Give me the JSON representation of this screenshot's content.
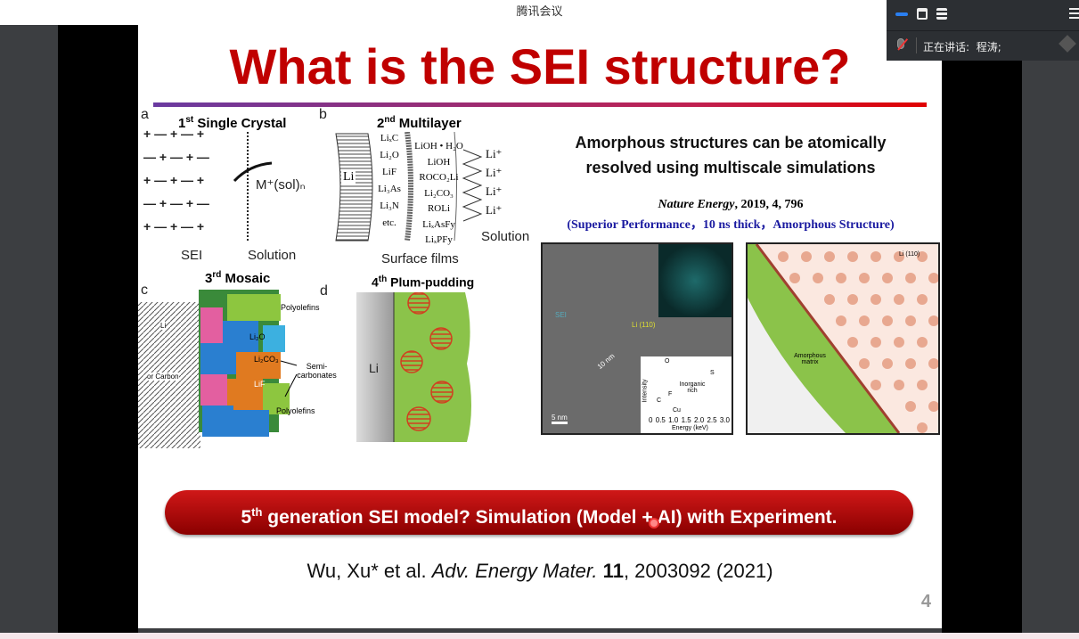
{
  "window": {
    "title": "腾讯会议"
  },
  "overlay": {
    "speaking_label": "正在讲话:",
    "speaker": "程涛;"
  },
  "slide": {
    "title": "What is the SEI structure?",
    "panels": {
      "a": {
        "letter": "a",
        "title_pre": "1",
        "title_sup": "st",
        "title_post": " Single Crystal",
        "sei": "SEI",
        "solution": "Solution",
        "ion": "M⁺(sol)ₙ"
      },
      "b": {
        "letter": "b",
        "title_pre": "2",
        "title_sup": "nd",
        "title_post": " Multilayer",
        "li": "Li",
        "layers": [
          "LiₓC",
          "Li₂O",
          "LiF",
          "Li₃As",
          "Li₃N",
          "etc."
        ],
        "layers2": [
          "LiOH • H₂O",
          "LiOH",
          "ROCO₂Li",
          "Li₂CO₃",
          "ROLi",
          "LiₓAsFy",
          "LiₓPFy"
        ],
        "li_plus": "Li⁺",
        "solution": "Solution",
        "films": "Surface films"
      },
      "c": {
        "letter": "c",
        "title_pre": "3",
        "title_sup": "rd",
        "title_post": " Mosaic",
        "labels": [
          "Polyolefins",
          "Semi-carbonates",
          "Polyolefins",
          "LiF",
          "Li₂CO₃",
          "Li₂O",
          "Li",
          "or Carbon"
        ]
      },
      "d": {
        "letter": "d",
        "title_pre": "4",
        "title_sup": "th",
        "title_post": " Plum-pudding",
        "li": "Li"
      }
    },
    "amorphous_heading": "Amorphous structures can be atomically resolved using multiscale simulations",
    "journal_name": "Nature Energy",
    "journal_rest": ", 2019, 4, 796",
    "journal_sub": "(Superior Performance，10 ns thick，Amorphous Structure)",
    "tem": {
      "sei": "SEI",
      "li110": "Li (110)",
      "thickness": "10 nm",
      "scale": "5 nm",
      "eds_labels": [
        "O",
        "S",
        "C",
        "F",
        "Cu"
      ],
      "eds_text": "Inorganic rich",
      "eds_y": "Intensity",
      "eds_x": "Energy (keV)",
      "eds_ticks": [
        "0",
        "0.5",
        "1.0",
        "1.5",
        "2.0",
        "2.5",
        "3.0"
      ]
    },
    "sim": {
      "li110": "Li (110)",
      "matrix": "Amorphous matrix"
    },
    "banner_pre": "5",
    "banner_sup": "th",
    "banner_post": " generation SEI model? Simulation (Model + AI) with Experiment.",
    "citation": {
      "authors": "Wu, Xu* et al. ",
      "journal": "Adv. Energy Mater.",
      "volume": "11",
      "rest": ", 2003092 (2021)"
    },
    "page_number": "4"
  }
}
